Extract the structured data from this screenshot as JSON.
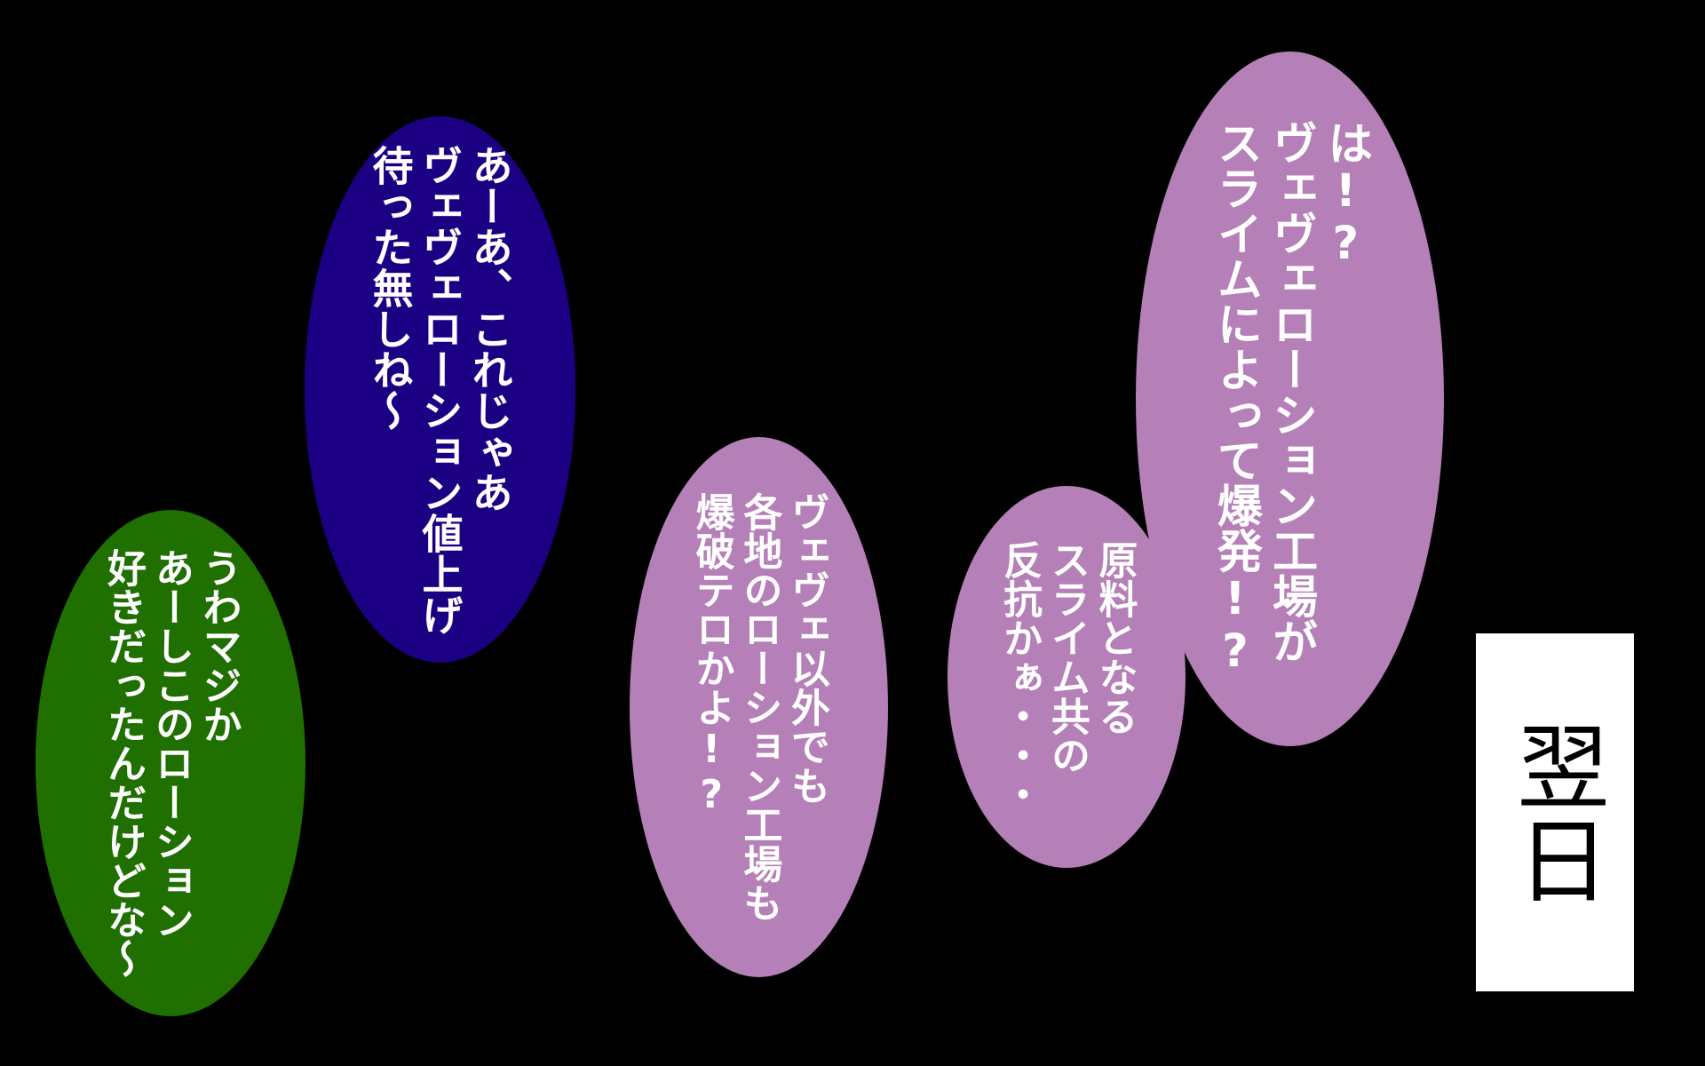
{
  "bubbles": {
    "blue": {
      "color": "#1c0083",
      "lines": [
        "あーあ、これじゃあ",
        "ヴェヴェローション値上げ",
        "待った無しね〜"
      ]
    },
    "green": {
      "color": "#1f7000",
      "lines": [
        "うわマジか",
        "あーしこのローション",
        "好きだったんだけどな〜"
      ]
    },
    "mauve_center": {
      "color": "#b57fb7",
      "lines": [
        "ヴェヴェ以外でも",
        "各地のローション工場も",
        "爆破テロかよ!?"
      ]
    },
    "mauve_small": {
      "color": "#b57fb7",
      "lines": [
        "原料となる",
        "スライム共の",
        "反抗かぁ・・・"
      ]
    },
    "mauve_large": {
      "color": "#b57fb7",
      "lines": [
        "は!?",
        "ヴェヴェローション工場が",
        "スライムによって爆発!?"
      ]
    }
  },
  "card": {
    "text": "翌日",
    "background": "#ffffff",
    "text_color": "#000000"
  },
  "background_color": "#000000"
}
